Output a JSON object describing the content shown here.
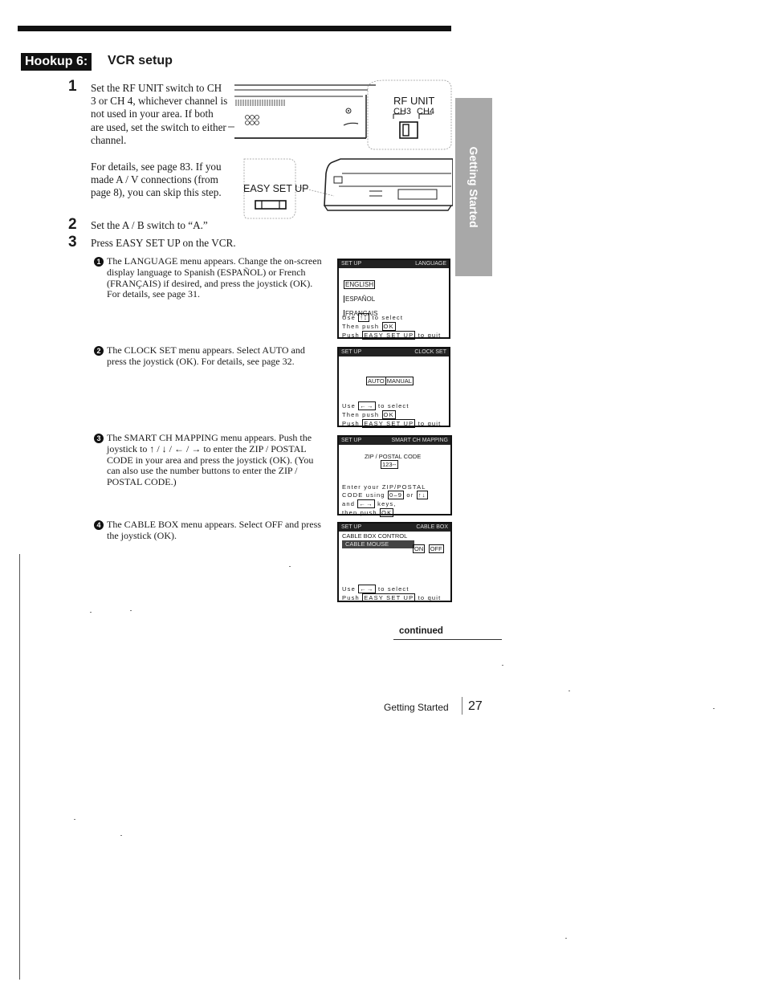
{
  "header": {
    "tag": "Hookup 6:",
    "title": "VCR setup"
  },
  "side_tab": "Getting Started",
  "steps": [
    {
      "num": "1",
      "text": "Set the RF UNIT switch to CH 3 or CH 4, whichever channel is not used in your area. If both are used, set the switch to either channel.",
      "text2": "For details, see page 83. If you made A / V connections (from page 8), you can skip this step."
    },
    {
      "num": "2",
      "text": "Set the A / B switch to “A.”"
    },
    {
      "num": "3",
      "text": "Press EASY SET UP on the VCR."
    }
  ],
  "illustrations": {
    "rf_label": "RF UNIT",
    "ch3": "CH3",
    "ch4": "CH4",
    "easy_label": "EASY SET UP"
  },
  "substeps": [
    {
      "num": "1",
      "text": "The LANGUAGE menu appears. Change the on-screen display language to Spanish (ESPAÑOL) or French (FRANÇAIS) if desired, and press the joystick (OK). For details, see page 31."
    },
    {
      "num": "2",
      "text": "The CLOCK SET menu appears. Select AUTO and press the joystick (OK). For details, see page 32."
    },
    {
      "num": "3",
      "text": "The SMART CH MAPPING menu appears. Push the joystick to ↑ / ↓ / ← / → to enter the ZIP / POSTAL CODE in your area and press the joystick (OK). (You can also use the number buttons to enter the ZIP / POSTAL CODE.)"
    },
    {
      "num": "4",
      "text": "The CABLE BOX menu appears. Select OFF and press the joystick (OK)."
    }
  ],
  "screens": {
    "language": {
      "left": "SET UP",
      "right": "LANGUAGE",
      "options": [
        "ENGLISH",
        "ESPAÑOL",
        "FRANÇAIS"
      ],
      "use": "Use",
      "arrows": "↑↓",
      "to_select": "to select",
      "then_push": "Then push",
      "ok": "OK",
      "push": "Push",
      "easy": "EASY SET UP",
      "to_quit": "to quit"
    },
    "clock": {
      "left": "SET UP",
      "right": "CLOCK SET",
      "auto": "AUTO",
      "manual": "MANUAL",
      "use": "Use",
      "arrows": "←→",
      "to_select": "to select",
      "then_push": "Then push",
      "ok": "OK",
      "push": "Push",
      "easy": "EASY SET UP",
      "to_quit": "to quit"
    },
    "mapping": {
      "left": "SET UP",
      "right": "SMART CH MAPPING",
      "zip_label": "ZIP / POSTAL CODE",
      "zip_value": "123--",
      "line1": "Enter your ZIP/POSTAL",
      "line2": "CODE using",
      "digits": "0–9",
      "or": "or",
      "arrows": "↑↓",
      "line3": "and",
      "arrows2": "←→",
      "keys": "keys,",
      "line4": "then push",
      "ok": "OK"
    },
    "cable": {
      "left": "SET UP",
      "right": "CABLE BOX",
      "sub": "CABLE BOX CONTROL",
      "mode": "CABLE MOUSE",
      "on": "ON",
      "off": "OFF",
      "use": "Use",
      "arrows": "←→",
      "to_select": "to select",
      "push": "Push",
      "easy": "EASY SET UP",
      "to_quit": "to quit"
    }
  },
  "footer": {
    "continued": "continued",
    "section": "Getting Started",
    "page": "27"
  }
}
